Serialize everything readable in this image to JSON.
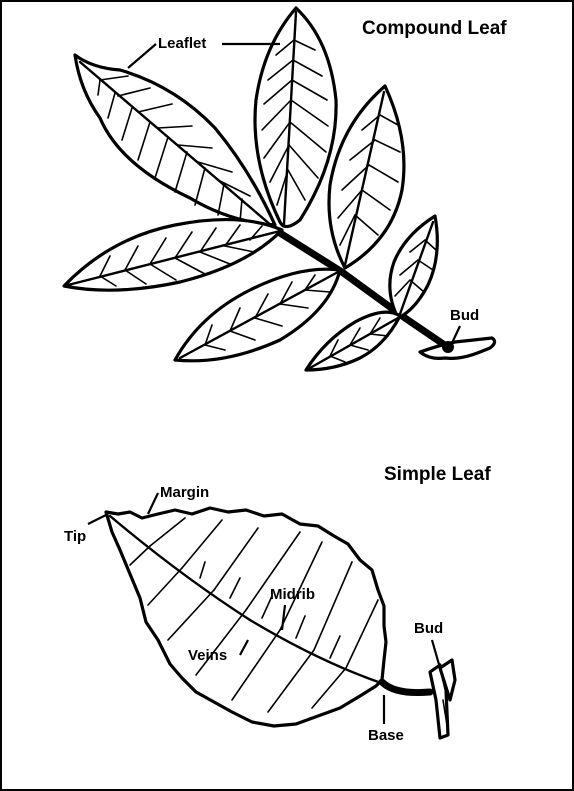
{
  "compound": {
    "title": "Compound Leaf",
    "labels": {
      "leaflet": "Leaflet",
      "bud": "Bud"
    }
  },
  "simple": {
    "title": "Simple Leaf",
    "labels": {
      "margin": "Margin",
      "tip": "Tip",
      "midrib": "Midrib",
      "veins": "Veins",
      "bud": "Bud",
      "base": "Base"
    }
  }
}
